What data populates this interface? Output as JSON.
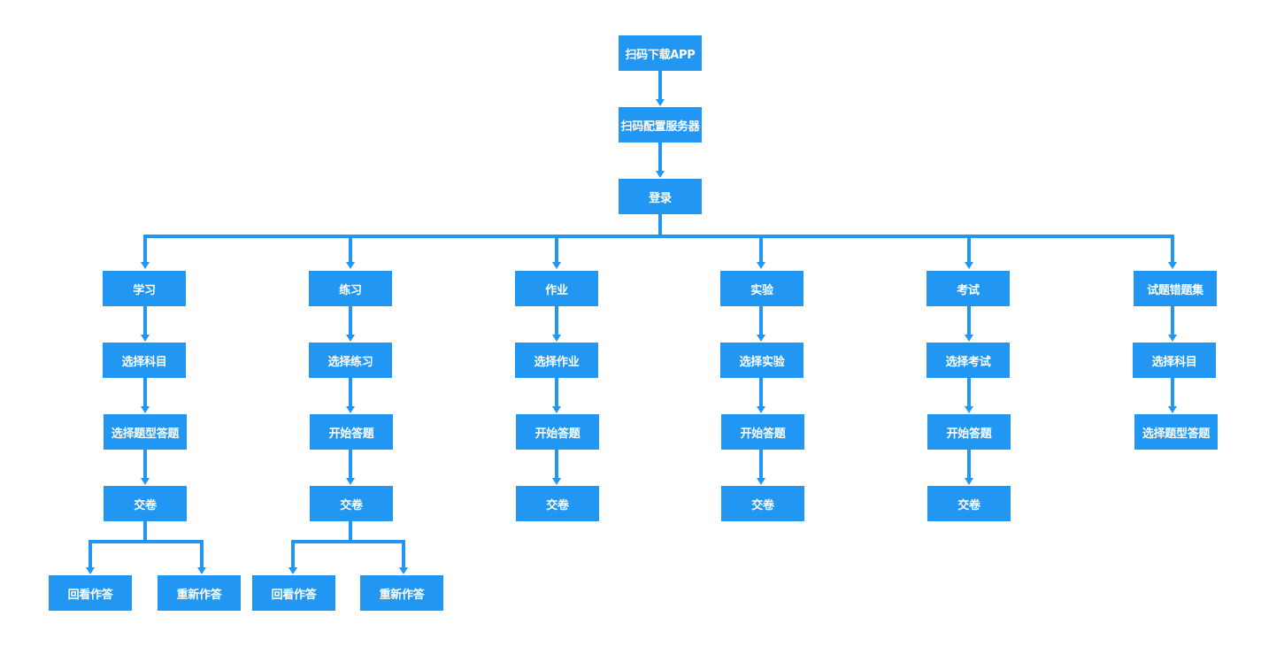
{
  "style": {
    "node_color": "#2196f3",
    "text_color": "#ffffff",
    "line_color": "#2196f3"
  },
  "flow": {
    "download_app": "扫码下载APP",
    "config_server": "扫码配置服务器",
    "login": "登录",
    "branches": [
      {
        "label": "学习",
        "steps": [
          "选择科目",
          "选择题型答题",
          "交卷"
        ],
        "outcomes": [
          "回看作答",
          "重新作答"
        ]
      },
      {
        "label": "练习",
        "steps": [
          "选择练习",
          "开始答题",
          "交卷"
        ],
        "outcomes": [
          "回看作答",
          "重新作答"
        ]
      },
      {
        "label": "作业",
        "steps": [
          "选择作业",
          "开始答题",
          "交卷"
        ]
      },
      {
        "label": "实验",
        "steps": [
          "选择实验",
          "开始答题",
          "交卷"
        ]
      },
      {
        "label": "考试",
        "steps": [
          "选择考试",
          "开始答题",
          "交卷"
        ]
      },
      {
        "label": "试题错题集",
        "steps": [
          "选择科目",
          "选择题型答题"
        ]
      }
    ]
  }
}
